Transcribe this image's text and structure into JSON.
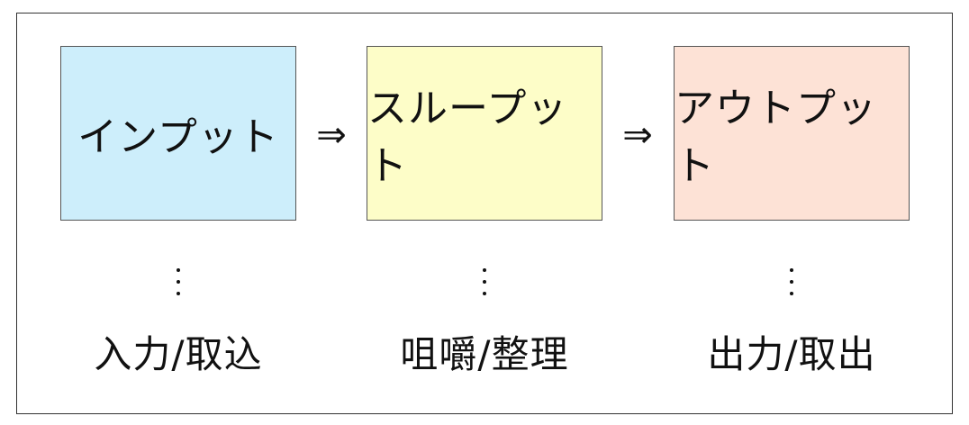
{
  "stages": [
    {
      "label": "インプット",
      "description": "入力/取込",
      "color": "#cdeefb"
    },
    {
      "label": "スループット",
      "description": "咀嚼/整理",
      "color": "#fdfdc8"
    },
    {
      "label": "アウトプット",
      "description": "出力/取出",
      "color": "#fde2d6"
    }
  ],
  "arrows": [
    {
      "glyph": "⇒"
    },
    {
      "glyph": "⇒"
    }
  ],
  "frame_color": "#333333"
}
